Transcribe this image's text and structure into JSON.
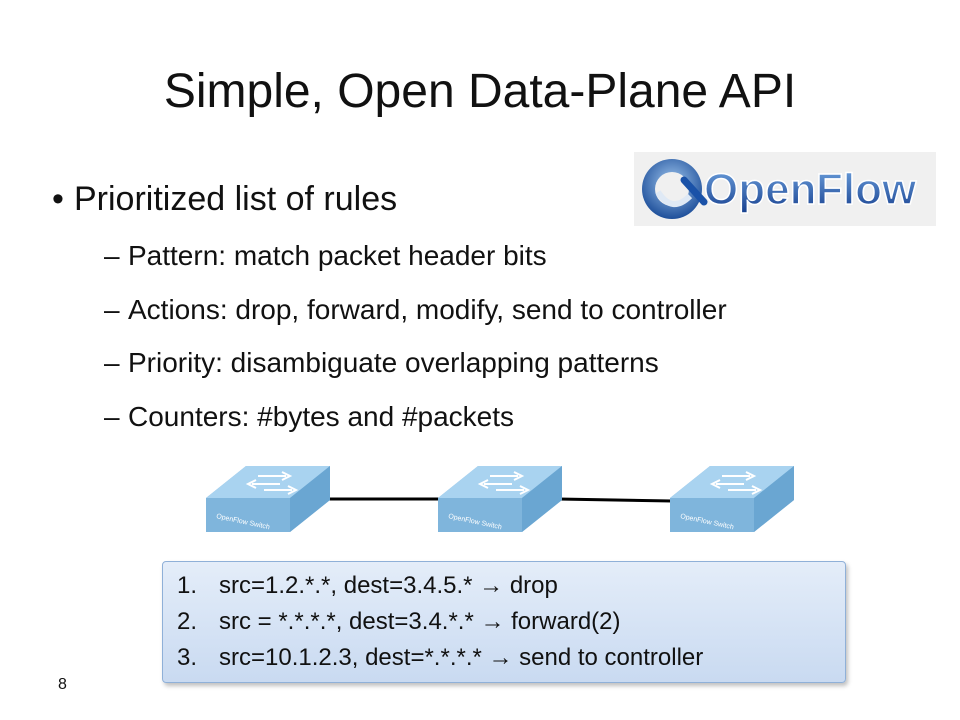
{
  "slide": {
    "title": "Simple, Open Data-Plane API",
    "logo": {
      "text_open": "Open",
      "text_flow": "Flow",
      "icon": "openflow-logo-icon"
    },
    "bullet": "Prioritized list of rules",
    "bullet_marker": "•",
    "sub_marker": "–",
    "subitems": [
      "Pattern: match packet header bits",
      "Actions: drop, forward, modify, send to controller",
      "Priority: disambiguate overlapping patterns",
      "Counters: #bytes and #packets"
    ],
    "switch_label": "OpenFlow Switch",
    "rules": [
      {
        "num": "1.",
        "text": "src=1.2.*.*, dest=3.4.5.* → drop"
      },
      {
        "num": "2.",
        "text": "src = *.*.*.*, dest=3.4.*.* → forward(2)"
      },
      {
        "num": "3.",
        "text": "src=10.1.2.3, dest=*.*.*.* → send to controller"
      }
    ],
    "page_number": "8"
  },
  "colors": {
    "switch_fill": "#a9d3f0",
    "switch_side": "#7fb5dc",
    "logo_blue": "#1a52a8"
  }
}
